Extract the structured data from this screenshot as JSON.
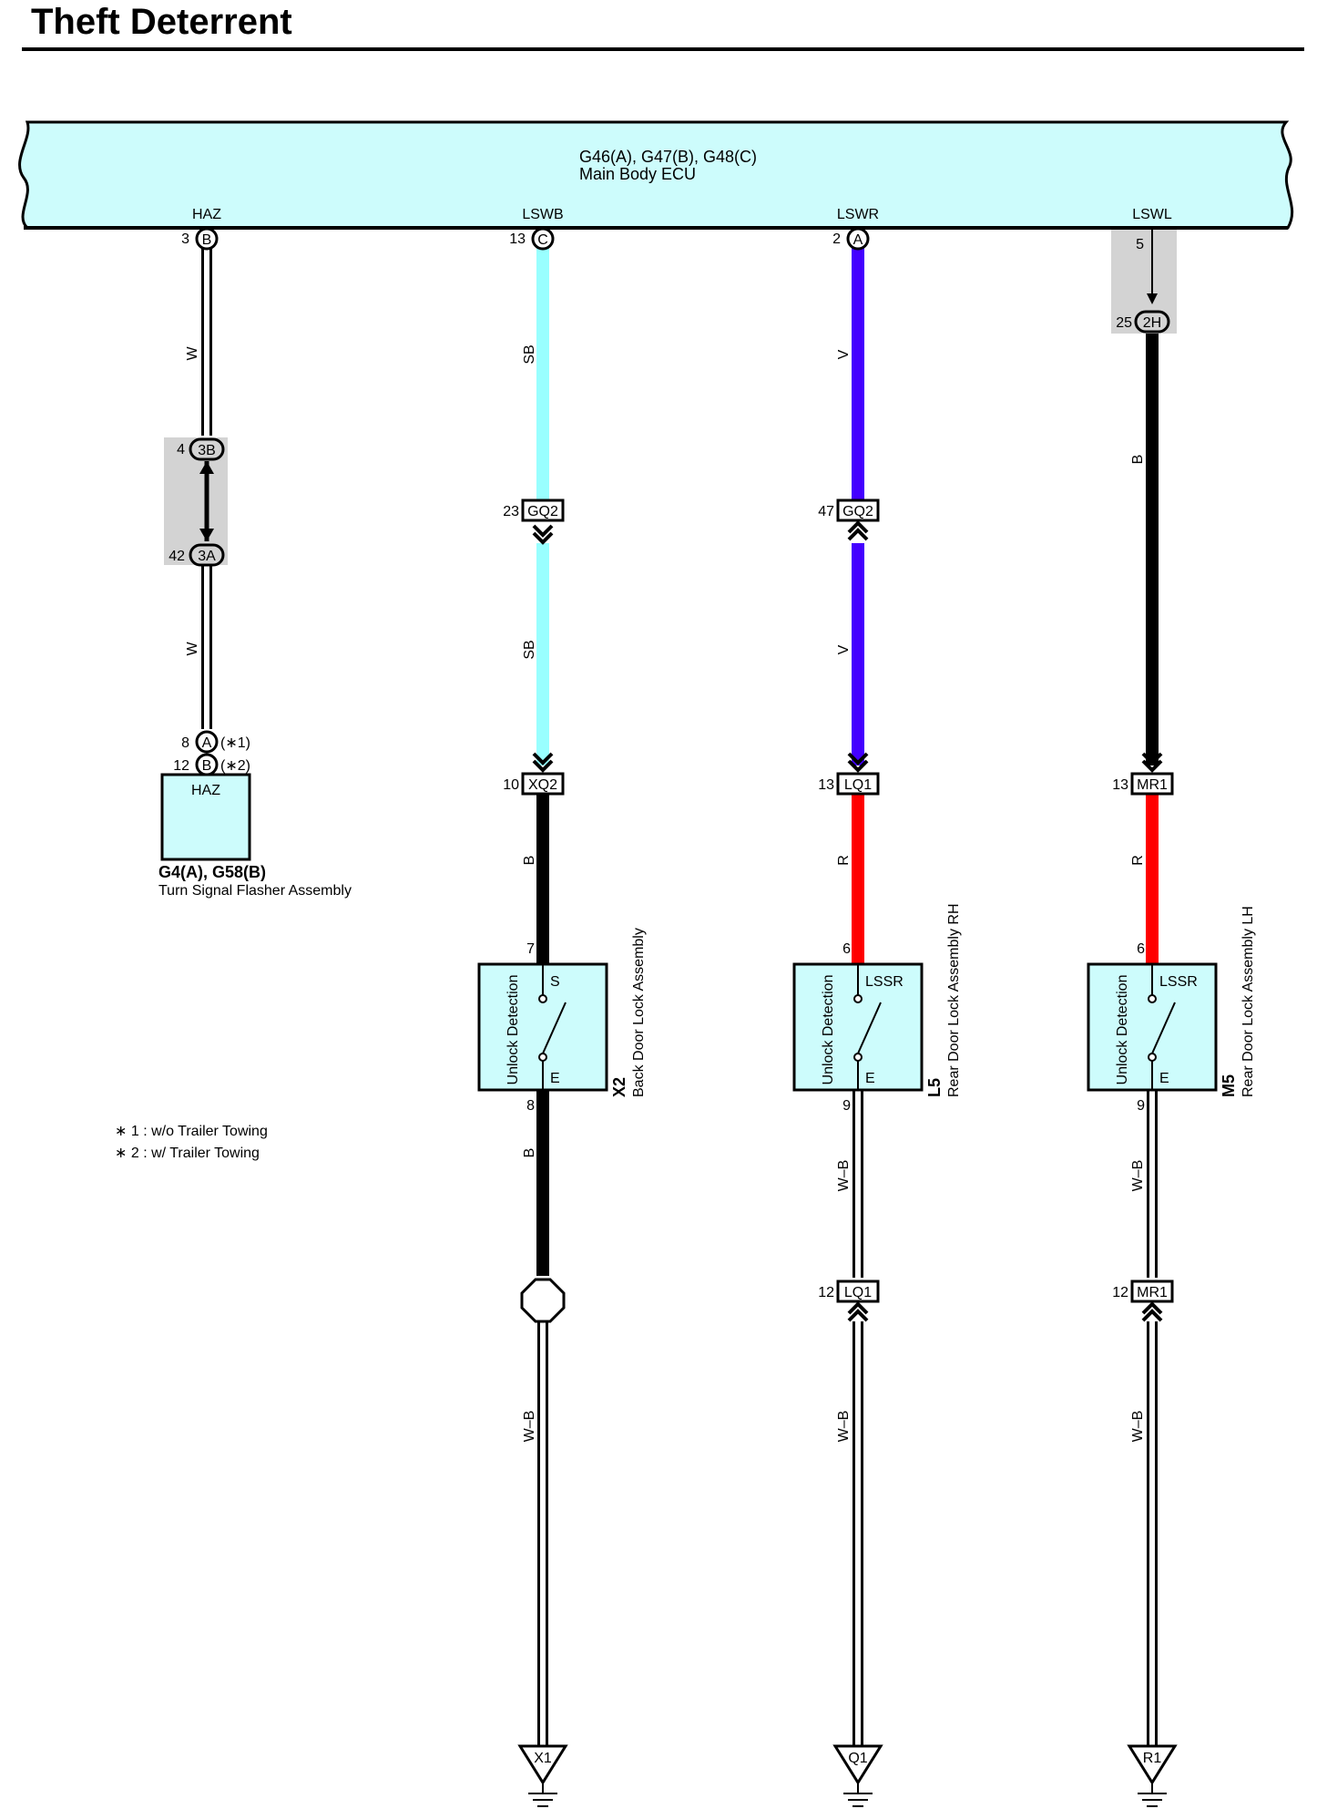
{
  "title": "Theft Deterrent",
  "colors": {
    "panel": "#cdfcfc",
    "junction_shade": "#d3d3d3",
    "wire_sb": "#99ffff",
    "wire_v": "#4400ff",
    "wire_r": "#ff0000",
    "wire_b": "#000000",
    "wire_w": "#ffffff"
  },
  "ecu": {
    "code": "G46(A), G47(B), G48(C)",
    "name": "Main Body ECU",
    "terminals": [
      {
        "name": "HAZ",
        "pin": "3",
        "conn": "B"
      },
      {
        "name": "LSWB",
        "pin": "13",
        "conn": "C"
      },
      {
        "name": "LSWR",
        "pin": "2",
        "conn": "A"
      },
      {
        "name": "LSWL",
        "pin": "5"
      }
    ]
  },
  "col_haz": {
    "wire_upper": "W",
    "wire_lower": "W",
    "jc_top": {
      "pin": "4",
      "label": "3B"
    },
    "jc_bot": {
      "pin": "42",
      "label": "3A"
    },
    "term_a": {
      "pin": "8",
      "conn": "A",
      "note": "(∗1)"
    },
    "term_b": {
      "pin": "12",
      "conn": "B",
      "note": "(∗2)"
    },
    "box_label": "HAZ",
    "comp_code": "G4(A), G58(B)",
    "comp_name": "Turn Signal Flasher Assembly"
  },
  "col_lswb": {
    "wire1": "SB",
    "wire2": "SB",
    "wire3": "B",
    "wire4": "B",
    "wire5": "W–B",
    "c1": {
      "pin": "23",
      "label": "GQ2"
    },
    "c2": {
      "pin": "10",
      "label": "XQ2"
    },
    "pin_top": "7",
    "pin_bot": "8",
    "switch_label": "Unlock Detection",
    "term_top": "S",
    "term_bot": "E",
    "comp_code": "X2",
    "comp_name": "Back Door Lock Assembly",
    "ground": "X1"
  },
  "col_lswr": {
    "wire1": "V",
    "wire2": "V",
    "wire3": "R",
    "wire4": "W–B",
    "wire5": "W–B",
    "c1": {
      "pin": "47",
      "label": "GQ2"
    },
    "c2": {
      "pin": "13",
      "label": "LQ1"
    },
    "c3": {
      "pin": "12",
      "label": "LQ1"
    },
    "pin_top": "6",
    "pin_bot": "9",
    "switch_label": "Unlock Detection",
    "term_top": "LSSR",
    "term_bot": "E",
    "comp_code": "L5",
    "comp_name": "Rear Door Lock Assembly RH",
    "ground": "Q1"
  },
  "col_lswl": {
    "jc": {
      "pin": "25",
      "label": "2H"
    },
    "wire1": "B",
    "wire3": "R",
    "wire4": "W–B",
    "wire5": "W–B",
    "c2": {
      "pin": "13",
      "label": "MR1"
    },
    "c3": {
      "pin": "12",
      "label": "MR1"
    },
    "pin_top": "6",
    "pin_bot": "9",
    "switch_label": "Unlock Detection",
    "term_top": "LSSR",
    "term_bot": "E",
    "comp_code": "M5",
    "comp_name": "Rear Door Lock Assembly LH",
    "ground": "R1"
  },
  "notes": [
    "∗ 1 : w/o Trailer Towing",
    "∗ 2 : w/ Trailer Towing"
  ]
}
